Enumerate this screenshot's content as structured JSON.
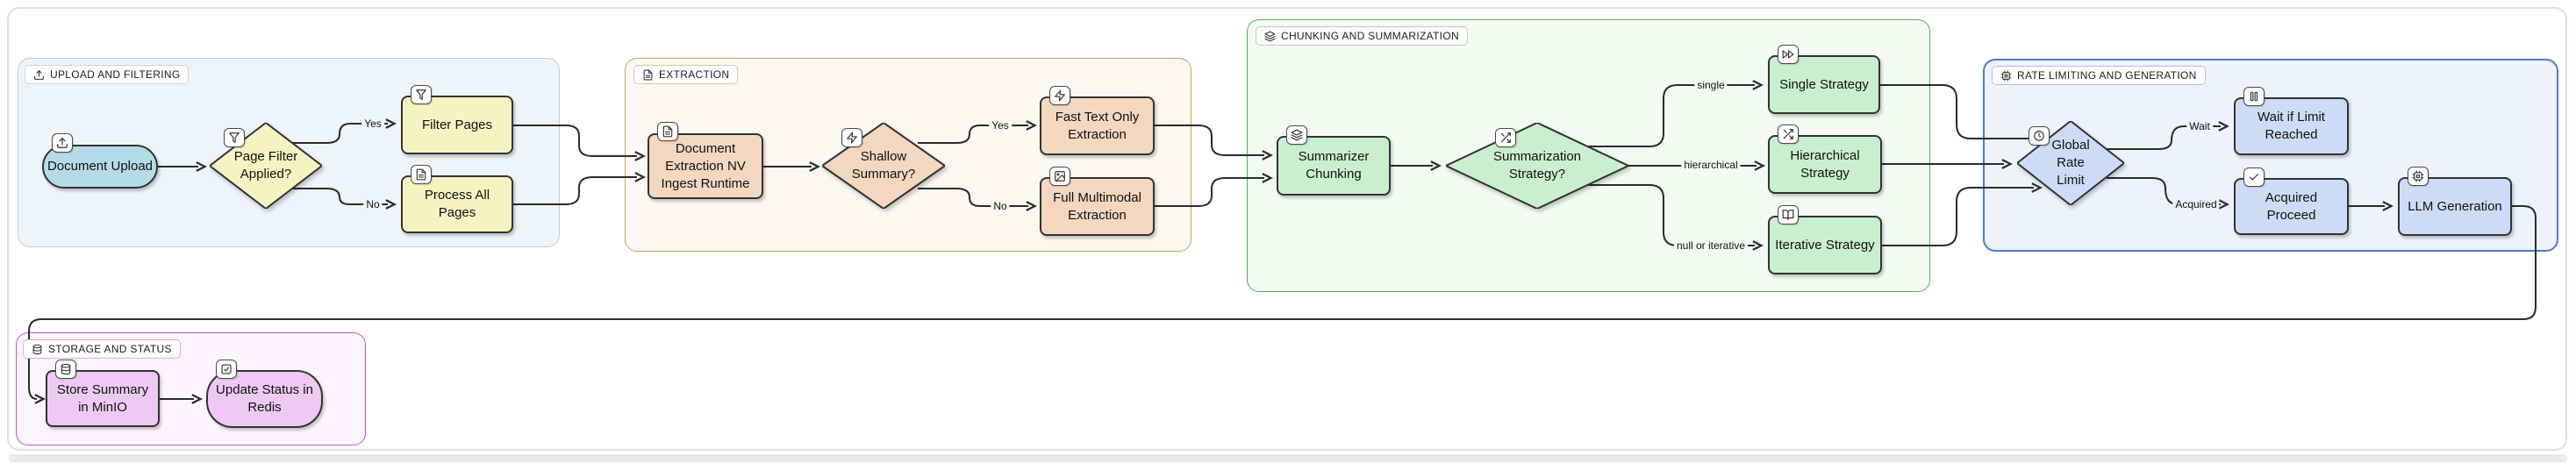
{
  "diagram": {
    "groups": [
      {
        "id": "upload_filtering",
        "label": "UPLOAD AND FILTERING",
        "icon": "upload-icon",
        "border_color": "#b7cfde",
        "bg_color": "#edf5fa"
      },
      {
        "id": "extraction",
        "label": "EXTRACTION",
        "icon": "file-text-icon",
        "border_color": "#c9a257",
        "bg_color": "#faf8f1"
      },
      {
        "id": "chunking_summarization",
        "label": "CHUNKING AND SUMMARIZATION",
        "icon": "layers-icon",
        "border_color": "#55b155",
        "bg_color": "#f3faf3"
      },
      {
        "id": "rate_limiting_generation",
        "label": "RATE LIMITING AND GENERATION",
        "icon": "cpu-icon",
        "border_color": "#4a79d1",
        "bg_color": "#eef2fb"
      },
      {
        "id": "storage_status",
        "label": "STORAGE AND STATUS",
        "icon": "database-icon",
        "border_color": "#c44fd4",
        "bg_color": "#fdf4fe"
      }
    ],
    "nodes": [
      {
        "id": "document_upload",
        "label": "Document Upload",
        "icon": "upload-icon",
        "shape": "stadium",
        "fill": "#b5dbe8"
      },
      {
        "id": "page_filter_applied",
        "label": "Page Filter Applied?",
        "icon": "filter-icon",
        "shape": "diamond",
        "fill": "#f6f3c2"
      },
      {
        "id": "filter_pages",
        "label": "Filter Pages",
        "icon": "filter-icon",
        "shape": "rect",
        "fill": "#f6f3c2"
      },
      {
        "id": "process_all_pages",
        "label": "Process All Pages",
        "icon": "file-text-icon",
        "shape": "rect",
        "fill": "#f6f3c2"
      },
      {
        "id": "document_extraction",
        "label": "Document Extraction NV Ingest Runtime",
        "icon": "file-text-icon",
        "shape": "rect",
        "fill": "#f4d7bf"
      },
      {
        "id": "shallow_summary",
        "label": "Shallow Summary?",
        "icon": "zap-icon",
        "shape": "diamond",
        "fill": "#f4d7bf"
      },
      {
        "id": "fast_text_only",
        "label": "Fast Text Only Extraction",
        "icon": "zap-icon",
        "shape": "rect",
        "fill": "#f4d7bf"
      },
      {
        "id": "full_multimodal",
        "label": "Full Multimodal Extraction",
        "icon": "image-icon",
        "shape": "rect",
        "fill": "#f4d7bf"
      },
      {
        "id": "summarizer_chunking",
        "label": "Summarizer Chunking",
        "icon": "layers-icon",
        "shape": "rect",
        "fill": "#c9f0cd"
      },
      {
        "id": "summarization_strategy",
        "label": "Summarization Strategy?",
        "icon": "shuffle-icon",
        "shape": "diamond",
        "fill": "#c9f0cd"
      },
      {
        "id": "single_strategy",
        "label": "Single Strategy",
        "icon": "fast-forward-icon",
        "shape": "rect",
        "fill": "#c9f0cd"
      },
      {
        "id": "hierarchical_strategy",
        "label": "Hierarchical Strategy",
        "icon": "shuffle-icon",
        "shape": "rect",
        "fill": "#c9f0cd"
      },
      {
        "id": "iterative_strategy",
        "label": "Iterative Strategy",
        "icon": "book-open-icon",
        "shape": "rect",
        "fill": "#c9f0cd"
      },
      {
        "id": "global_rate_limit",
        "label": "Global Rate Limit",
        "icon": "clock-icon",
        "shape": "diamond",
        "fill": "#ccdcf7"
      },
      {
        "id": "wait_if_limit_reached",
        "label": "Wait if Limit Reached",
        "icon": "pause-icon",
        "shape": "rect",
        "fill": "#ccdcf7"
      },
      {
        "id": "acquired_proceed",
        "label": "Acquired Proceed",
        "icon": "check-icon",
        "shape": "rect",
        "fill": "#ccdcf7"
      },
      {
        "id": "llm_generation",
        "label": "LLM Generation",
        "icon": "cpu-icon",
        "shape": "rect",
        "fill": "#ccdcf7"
      },
      {
        "id": "store_summary_minio",
        "label": "Store Summary in MinIO",
        "icon": "database-icon",
        "shape": "rect",
        "fill": "#eec9f3"
      },
      {
        "id": "update_status_redis",
        "label": "Update Status in Redis",
        "icon": "check-square-icon",
        "shape": "stadium",
        "fill": "#eec9f3"
      }
    ],
    "edge_labels": [
      {
        "text": "Yes"
      },
      {
        "text": "No"
      },
      {
        "text": "Yes"
      },
      {
        "text": "No"
      },
      {
        "text": "single"
      },
      {
        "text": "hierarchical"
      },
      {
        "text": "null or iterative"
      },
      {
        "text": "Wait"
      },
      {
        "text": "Acquired"
      }
    ],
    "edges": [
      {
        "from": "document_upload",
        "to": "page_filter_applied",
        "label": ""
      },
      {
        "from": "page_filter_applied",
        "to": "filter_pages",
        "label": "Yes"
      },
      {
        "from": "page_filter_applied",
        "to": "process_all_pages",
        "label": "No"
      },
      {
        "from": "filter_pages",
        "to": "document_extraction",
        "label": ""
      },
      {
        "from": "process_all_pages",
        "to": "document_extraction",
        "label": ""
      },
      {
        "from": "document_extraction",
        "to": "shallow_summary",
        "label": ""
      },
      {
        "from": "shallow_summary",
        "to": "fast_text_only",
        "label": "Yes"
      },
      {
        "from": "shallow_summary",
        "to": "full_multimodal",
        "label": "No"
      },
      {
        "from": "fast_text_only",
        "to": "summarizer_chunking",
        "label": ""
      },
      {
        "from": "full_multimodal",
        "to": "summarizer_chunking",
        "label": ""
      },
      {
        "from": "summarizer_chunking",
        "to": "summarization_strategy",
        "label": ""
      },
      {
        "from": "summarization_strategy",
        "to": "single_strategy",
        "label": "single"
      },
      {
        "from": "summarization_strategy",
        "to": "hierarchical_strategy",
        "label": "hierarchical"
      },
      {
        "from": "summarization_strategy",
        "to": "iterative_strategy",
        "label": "null or iterative"
      },
      {
        "from": "single_strategy",
        "to": "global_rate_limit",
        "label": ""
      },
      {
        "from": "hierarchical_strategy",
        "to": "global_rate_limit",
        "label": ""
      },
      {
        "from": "iterative_strategy",
        "to": "global_rate_limit",
        "label": ""
      },
      {
        "from": "global_rate_limit",
        "to": "wait_if_limit_reached",
        "label": "Wait"
      },
      {
        "from": "global_rate_limit",
        "to": "acquired_proceed",
        "label": "Acquired"
      },
      {
        "from": "acquired_proceed",
        "to": "llm_generation",
        "label": ""
      },
      {
        "from": "llm_generation",
        "to": "store_summary_minio",
        "label": ""
      },
      {
        "from": "store_summary_minio",
        "to": "update_status_redis",
        "label": ""
      }
    ]
  }
}
